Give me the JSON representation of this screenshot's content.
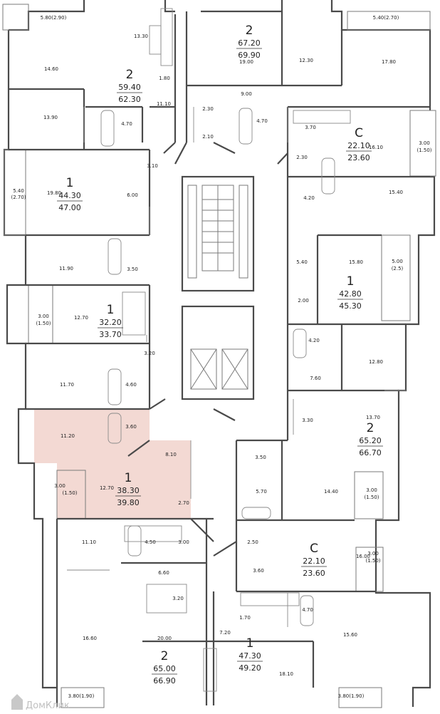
{
  "highlight_color": "#f3d9d3",
  "watermark": "ДомКлик",
  "units": [
    {
      "rooms": "2",
      "area": "59.40",
      "total": "62.30"
    },
    {
      "rooms": "2",
      "area": "67.20",
      "total": "69.90"
    },
    {
      "rooms": "С",
      "area": "22.10",
      "total": "23.60"
    },
    {
      "rooms": "1",
      "area": "44.30",
      "total": "47.00"
    },
    {
      "rooms": "1",
      "area": "42.80",
      "total": "45.30"
    },
    {
      "rooms": "1",
      "area": "32.20",
      "total": "33.70"
    },
    {
      "rooms": "2",
      "area": "65.20",
      "total": "66.70"
    },
    {
      "rooms": "1",
      "area": "38.30",
      "total": "39.80"
    },
    {
      "rooms": "С",
      "area": "22.10",
      "total": "23.60"
    },
    {
      "rooms": "2",
      "area": "65.00",
      "total": "66.90"
    },
    {
      "rooms": "1",
      "area": "47.30",
      "total": "49.20"
    }
  ],
  "room_labels": [
    "5.80(2.90)",
    "13.30",
    "14.60",
    "1.80",
    "11.10",
    "13.90",
    "4.70",
    "19.00",
    "12.30",
    "9.00",
    "2.30",
    "2.10",
    "4.70",
    "5.40(2.70)",
    "17.80",
    "3.70",
    "16.10",
    "3.00",
    "(1.50)",
    "2.30",
    "3.10",
    "5.40",
    "(2.70)",
    "19.80",
    "6.00",
    "4.20",
    "15.40",
    "11.90",
    "3.50",
    "5.40",
    "15.80",
    "5.00",
    "(2.5)",
    "2.00",
    "3.00",
    "(1.50)",
    "12.70",
    "3.20",
    "4.20",
    "12.80",
    "11.70",
    "4.60",
    "7.60",
    "11.20",
    "3.60",
    "3.30",
    "13.70",
    "8.10",
    "3.50",
    "3.00",
    "(1.50)",
    "12.70",
    "5.70",
    "14.40",
    "2.70",
    "3.00",
    "(1.50)",
    "11.10",
    "4.50",
    "3.00",
    "2.50",
    "16.00",
    "3.00",
    "(1.50)",
    "6.60",
    "3.60",
    "3.20",
    "4.70",
    "1.70",
    "16.60",
    "20.00",
    "7.20",
    "15.60",
    "18.10",
    "3.80(1.90)",
    "3.80(1.90)"
  ]
}
